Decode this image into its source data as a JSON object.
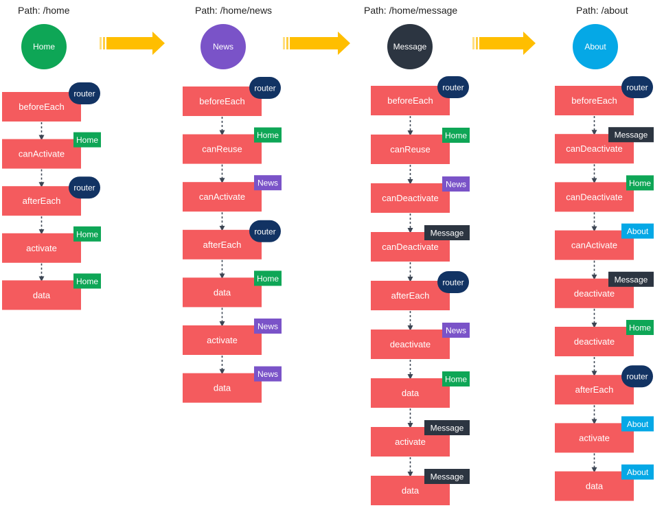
{
  "colors": {
    "step": "#f45b5e",
    "arrow": "#ffbe00",
    "connector": "#3d4654",
    "Home": "#0ea656",
    "News": "#7a53c8",
    "Message": "#2c3541",
    "About": "#05a8e6",
    "router": "#123363"
  },
  "columns": [
    {
      "path": "Path: /home",
      "node": {
        "label": "Home",
        "color": "#0ea656"
      },
      "steps": [
        {
          "label": "beforeEach",
          "tag": "router"
        },
        {
          "label": "canActivate",
          "tag": "Home"
        },
        {
          "label": "afterEach",
          "tag": "router"
        },
        {
          "label": "activate",
          "tag": "Home"
        },
        {
          "label": "data",
          "tag": "Home"
        }
      ]
    },
    {
      "path": "Path: /home/news",
      "node": {
        "label": "News",
        "color": "#7a53c8"
      },
      "steps": [
        {
          "label": "beforeEach",
          "tag": "router"
        },
        {
          "label": "canReuse",
          "tag": "Home"
        },
        {
          "label": "canActivate",
          "tag": "News"
        },
        {
          "label": "afterEach",
          "tag": "router"
        },
        {
          "label": "data",
          "tag": "Home"
        },
        {
          "label": "activate",
          "tag": "News"
        },
        {
          "label": "data",
          "tag": "News"
        }
      ]
    },
    {
      "path": "Path: /home/message",
      "node": {
        "label": "Message",
        "color": "#2c3541"
      },
      "steps": [
        {
          "label": "beforeEach",
          "tag": "router"
        },
        {
          "label": "canReuse",
          "tag": "Home"
        },
        {
          "label": "canDeactivate",
          "tag": "News"
        },
        {
          "label": "canDeactivate",
          "tag": "Message"
        },
        {
          "label": "afterEach",
          "tag": "router"
        },
        {
          "label": "deactivate",
          "tag": "News"
        },
        {
          "label": "data",
          "tag": "Home"
        },
        {
          "label": "activate",
          "tag": "Message"
        },
        {
          "label": "data",
          "tag": "Message"
        }
      ]
    },
    {
      "path": "Path: /about",
      "node": {
        "label": "About",
        "color": "#05a8e6"
      },
      "steps": [
        {
          "label": "beforeEach",
          "tag": "router"
        },
        {
          "label": "canDeactivate",
          "tag": "Message"
        },
        {
          "label": "canDeactivate",
          "tag": "Home"
        },
        {
          "label": "canActivate",
          "tag": "About"
        },
        {
          "label": "deactivate",
          "tag": "Message"
        },
        {
          "label": "deactivate",
          "tag": "Home"
        },
        {
          "label": "afterEach",
          "tag": "router"
        },
        {
          "label": "activate",
          "tag": "About"
        },
        {
          "label": "data",
          "tag": "About"
        }
      ]
    }
  ]
}
